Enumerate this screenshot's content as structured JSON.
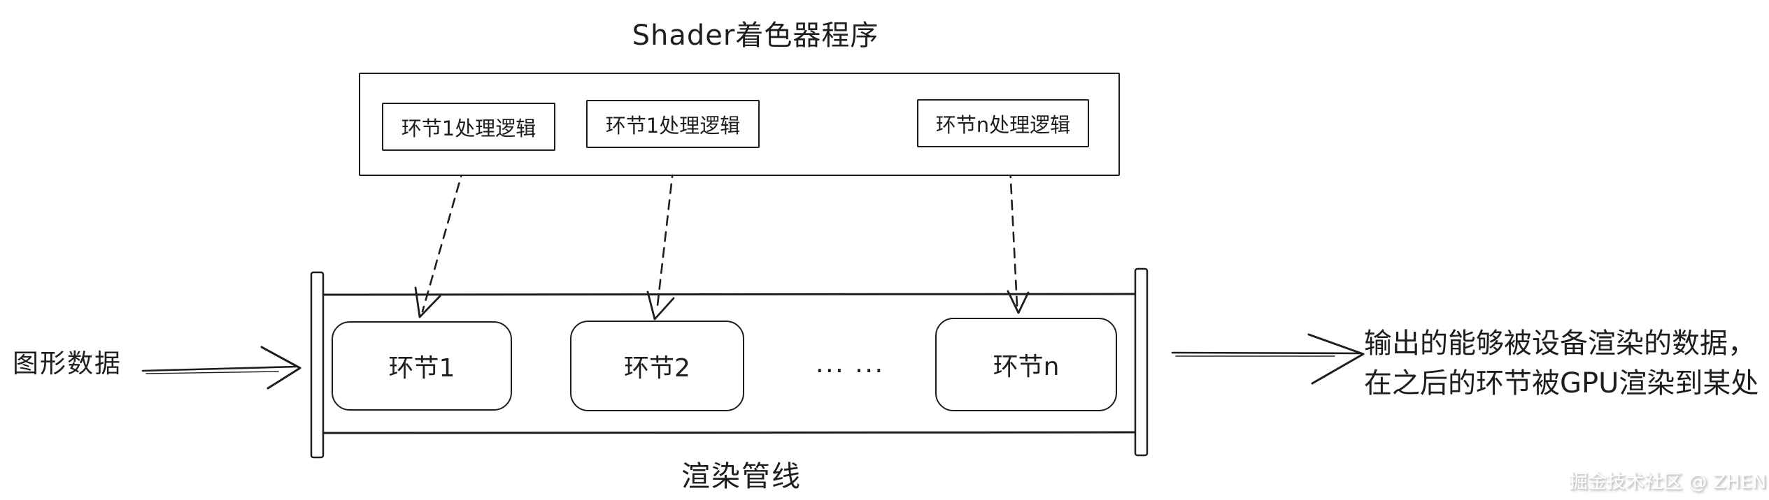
{
  "title": "Shader着色器程序",
  "shader_program": {
    "logic_boxes": [
      {
        "label": "环节1处理逻辑"
      },
      {
        "label": "环节1处理逻辑"
      },
      {
        "label": "环节n处理逻辑"
      }
    ]
  },
  "pipeline": {
    "caption": "渲染管线",
    "stages": [
      {
        "label": "环节1"
      },
      {
        "label": "环节2"
      },
      {
        "label": "环节n"
      }
    ],
    "ellipsis": "... ..."
  },
  "input": {
    "label": "图形数据"
  },
  "output": {
    "line1": "输出的能够被设备渲染的数据，",
    "line2": "在之后的环节被GPU渲染到某处"
  },
  "watermark": "掘金技术社区 @ ZHEN",
  "colors": {
    "stroke": "#1e1e1e",
    "background": "#ffffff",
    "watermark_text": "#ffffff",
    "watermark_shadow": "#b5b5b5"
  }
}
